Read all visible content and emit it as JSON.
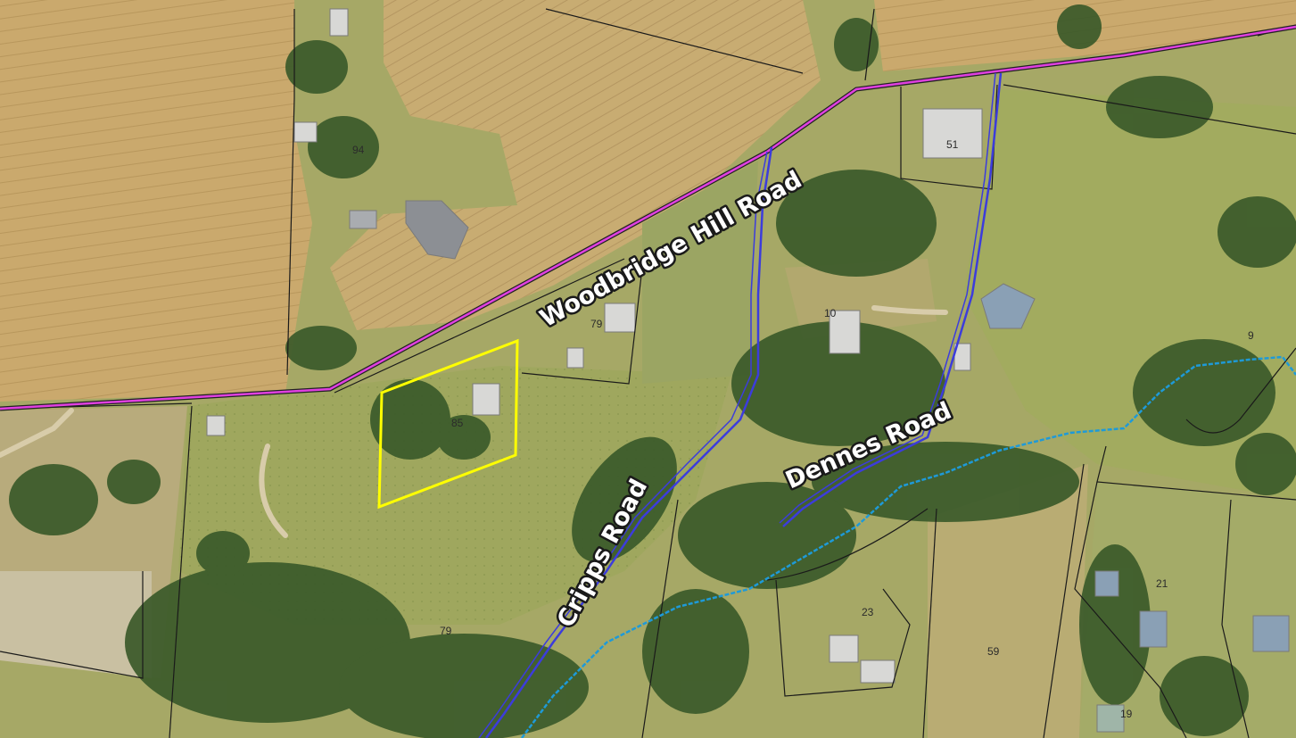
{
  "map": {
    "roads": [
      {
        "id": "woodbridge-hill",
        "name": "Woodbridge Hill Road"
      },
      {
        "id": "cripps",
        "name": "Cripps Road"
      },
      {
        "id": "dennes",
        "name": "Dennes Road"
      }
    ],
    "lots": [
      "94",
      "79",
      "85",
      "10",
      "51",
      "9",
      "79",
      "23",
      "59",
      "21",
      "19"
    ],
    "colors": {
      "main_road": "#e040e0",
      "local_road": "#3c3cdc",
      "creek": "#1e9ad8",
      "cadastre": "#1a1a1a",
      "selected_parcel": "#ffff00",
      "field_dry": "#c9b27a",
      "pasture": "#9aa85a",
      "trees": "#3f5b2c"
    },
    "features": {
      "selected_parcel": "85",
      "creek": "creek"
    }
  }
}
